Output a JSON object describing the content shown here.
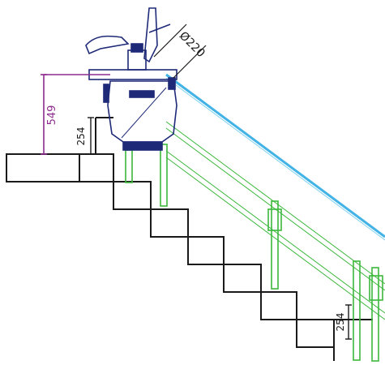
{
  "drawing": {
    "dimensions": {
      "platform_height": "549",
      "step_rise_top": "254",
      "step_rise_bottom": "254",
      "seat_diameter": "Ø220"
    },
    "colors": {
      "outline": "#1a1a1a",
      "chair": "#1e2a78",
      "rail": "#43b3e6",
      "support": "#3cb83c",
      "dimension_accent": "#8e2a8e"
    }
  }
}
